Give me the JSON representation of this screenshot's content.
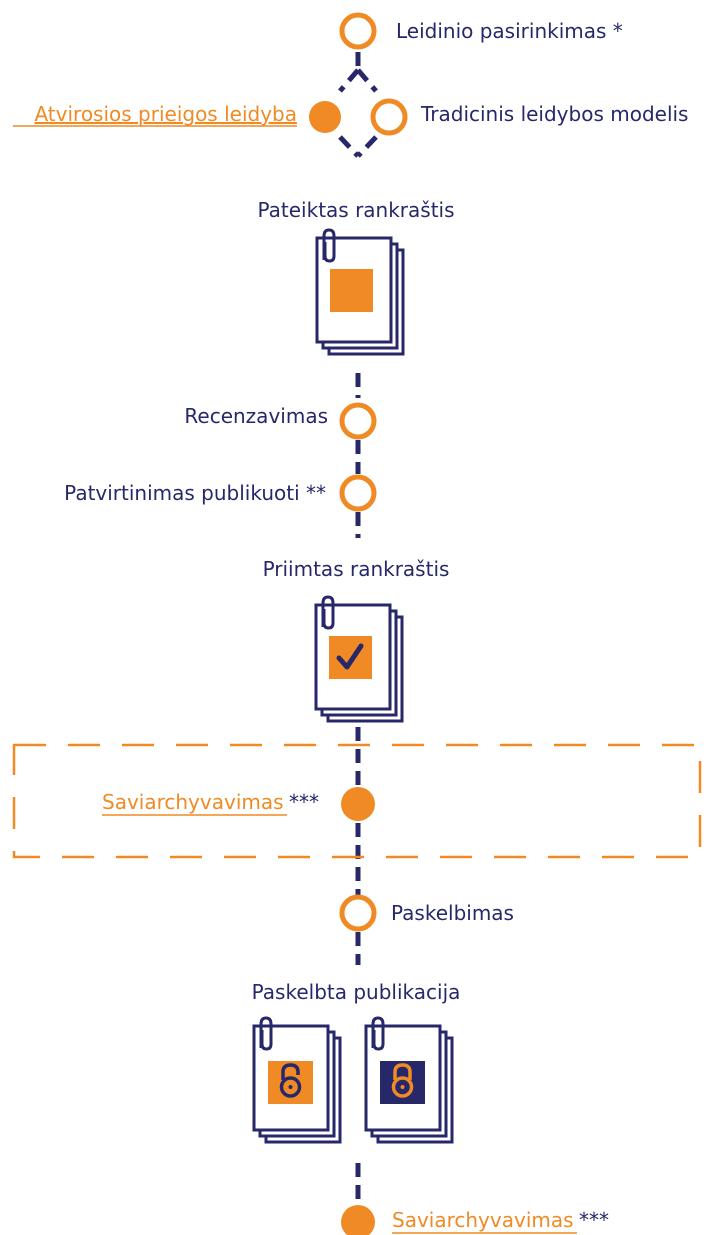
{
  "colors": {
    "navy": "#27286a",
    "orange": "#f08a24",
    "background": "#ffffff"
  },
  "steps": {
    "selection": {
      "label": "Leidinio pasirinkimas *"
    },
    "open_access": {
      "label": "Atvirosios prieigos leidyba"
    },
    "traditional": {
      "label": "Tradicinis leidybos modelis"
    },
    "submitted": {
      "label": "Pateiktas rankraštis"
    },
    "review": {
      "label": "Recenzavimas"
    },
    "approval": {
      "label": "Patvirtinimas publikuoti **"
    },
    "accepted": {
      "label": "Priimtas rankraštis"
    },
    "self_archive_1": {
      "link": "Saviarchyvavimas",
      "suffix": " ***"
    },
    "publication": {
      "label": "Paskelbimas"
    },
    "published": {
      "label": "Paskelbta publikacija"
    },
    "self_archive_2": {
      "link": "Saviarchyvavimas",
      "suffix": " ***"
    }
  },
  "icons": {
    "submitted": "document-stack-square-icon",
    "accepted": "document-stack-check-icon",
    "published_open": "document-stack-open-lock-icon",
    "published_closed": "document-stack-closed-lock-icon"
  }
}
